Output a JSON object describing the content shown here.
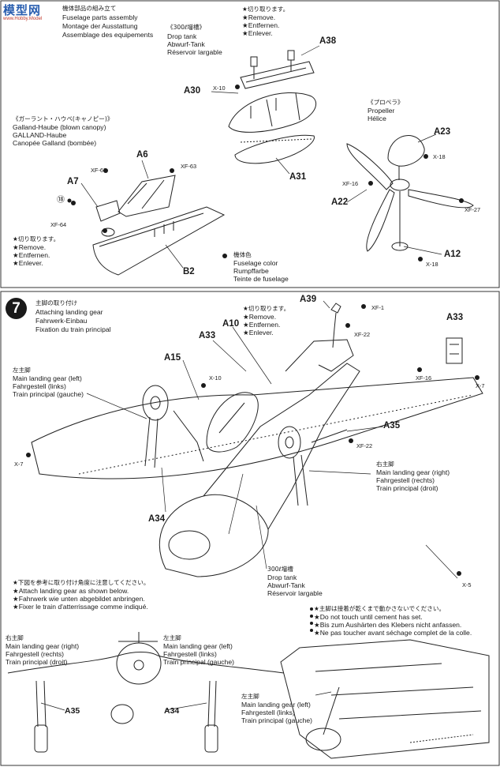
{
  "watermark": {
    "mark": "模型网",
    "sub": "www.Hobby.Model"
  },
  "step6": {
    "header": [
      "機体部品の組み立て",
      "Fuselage parts assembly",
      "Montage der Ausstattung",
      "Assemblage des equipements"
    ],
    "drop_tank": [
      "《300ℓ増槽》",
      "Drop tank",
      "Abwurf-Tank",
      "Réservoir largable"
    ],
    "cut_top": [
      "★切り取ります。",
      "★Remove.",
      "★Entfernen.",
      "★Enlever."
    ],
    "canopy": [
      "《ガーラント・ハウベ(キャノピー)》",
      "Galland-Haube (blown canopy)",
      "GALLAND-Haube",
      "Canopée Galland (bombée)"
    ],
    "propeller": [
      "《プロペラ》",
      "Propeller",
      "Hélice"
    ],
    "cut_left": [
      "★切り取ります。",
      "★Remove.",
      "★Entfernen.",
      "★Enlever."
    ],
    "fuselage_color": [
      "機体色",
      "Fuselage color",
      "Rumpffarbe",
      "Teinte de fuselage"
    ],
    "parts": {
      "a38": "A38",
      "a30": "A30",
      "a31": "A31",
      "a6": "A6",
      "a7": "A7",
      "b2": "B2",
      "a23": "A23",
      "a22": "A22",
      "a12": "A12",
      "p18": "⑱"
    },
    "codes": {
      "x10": "X-10",
      "xf63a": "XF-63",
      "xf63b": "XF-63",
      "xf64": "XF-64",
      "x18a": "X-18",
      "xf16": "XF-16",
      "xf27": "XF-27",
      "x18b": "X-18"
    }
  },
  "step7": {
    "number": "7",
    "header": [
      "主脚の取り付け",
      "Attaching landing gear",
      "Fahrwerk-Einbau",
      "Fixation du train principal"
    ],
    "main_left": [
      "左主脚",
      "Main landing gear (left)",
      "Fahrgestell (links)",
      "Train principal (gauche)"
    ],
    "cut": [
      "★切り取ります。",
      "★Remove.",
      "★Entfernen.",
      "★Enlever."
    ],
    "main_right": [
      "右主脚",
      "Main landing gear (right)",
      "Fahrgestell (rechts)",
      "Train principal (droit)"
    ],
    "drop_tank": [
      "300ℓ増槽",
      "Drop tank",
      "Abwurf-Tank",
      "Réservoir largable"
    ],
    "note_attach": [
      "★下図を参考に取り付け角度に注意してください。",
      "★Attach landing gear as shown below.",
      "★Fahrwerk wie unten abgebildet anbringen.",
      "★Fixer le train d'atterrissage comme indiqué."
    ],
    "note_cement": [
      "★主脚は接着が乾くまで動かさないでください。",
      "★Do not touch until cement has set.",
      "★Bis zum Aushärten des Klebers nicht anfassen.",
      "★Ne pas toucher avant séchage complet de la colle."
    ],
    "bottom_right_gear": [
      "右主脚",
      "Main landing gear (right)",
      "Fahrgestell (rechts)",
      "Train principal (droit)"
    ],
    "bottom_left_gear": [
      "左主脚",
      "Main landing gear (left)",
      "Fahrgestell (links)",
      "Train principal (gauche)"
    ],
    "bottom_side_gear": [
      "左主脚",
      "Main landing gear (left)",
      "Fahrgestell (links)",
      "Train principal (gauche)"
    ],
    "parts": {
      "a39": "A39",
      "a10": "A10",
      "a33a": "A33",
      "a33b": "A33",
      "a15": "A15",
      "a35a": "A35",
      "a34a": "A34",
      "a35b": "A35",
      "a34b": "A34"
    },
    "codes": {
      "xf1": "XF-1",
      "xf22a": "XF-22",
      "xf16": "XF-16",
      "x7a": "X-7",
      "x10": "X-10",
      "xf22b": "XF-22",
      "x7b": "X-7",
      "x5": "X-5"
    }
  }
}
